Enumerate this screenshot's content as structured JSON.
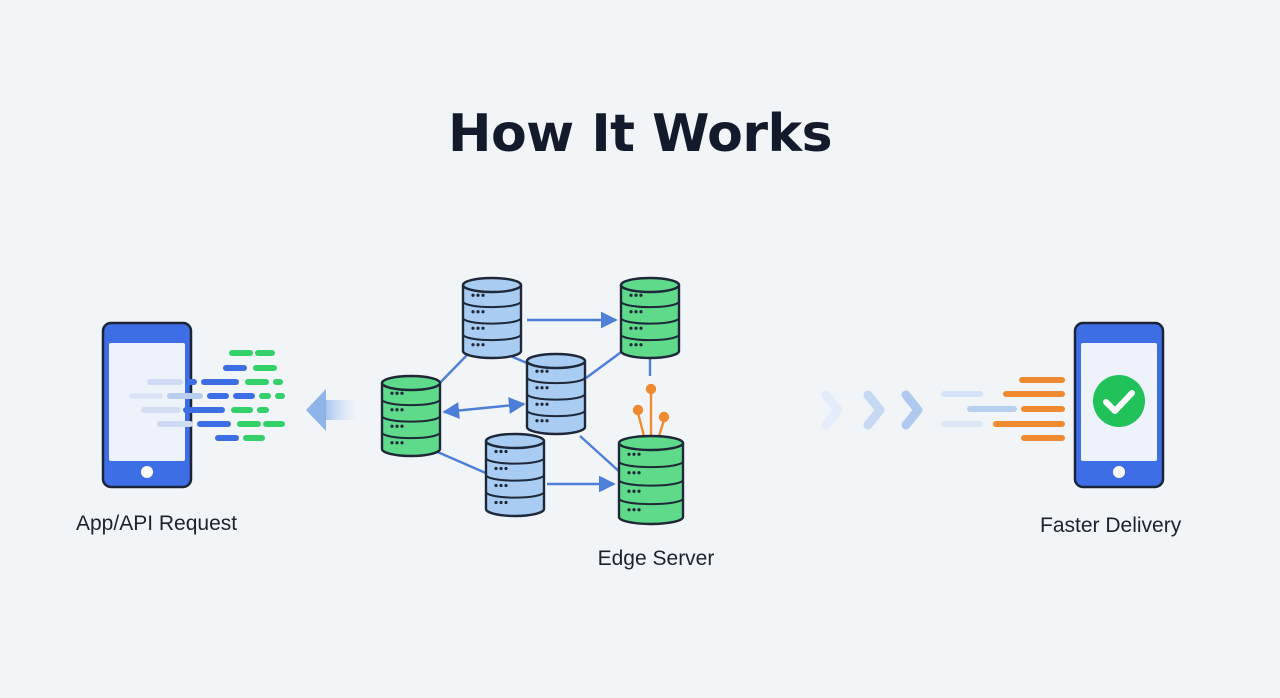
{
  "title": "How It Works",
  "labels": {
    "request": "App/API Request",
    "edge": "Edge Server",
    "delivery": "Faster Delivery"
  },
  "icons": {
    "source_device": "smartphone-icon",
    "target_device": "smartphone-icon",
    "server": "database-server-icon",
    "success": "checkmark-circle-icon",
    "direction": "arrow-left-icon",
    "chevrons": "chevron-right-icon"
  },
  "colors": {
    "background": "#f2f5f8",
    "title": "#121a2c",
    "device_blue": "#3d6ee6",
    "server_blue_fill": "#a9cdf2",
    "server_green_fill": "#5fda8a",
    "server_outline": "#1e2838",
    "link_blue": "#4d7fd8",
    "accent_orange": "#f08a30",
    "success_green": "#22c25a"
  }
}
